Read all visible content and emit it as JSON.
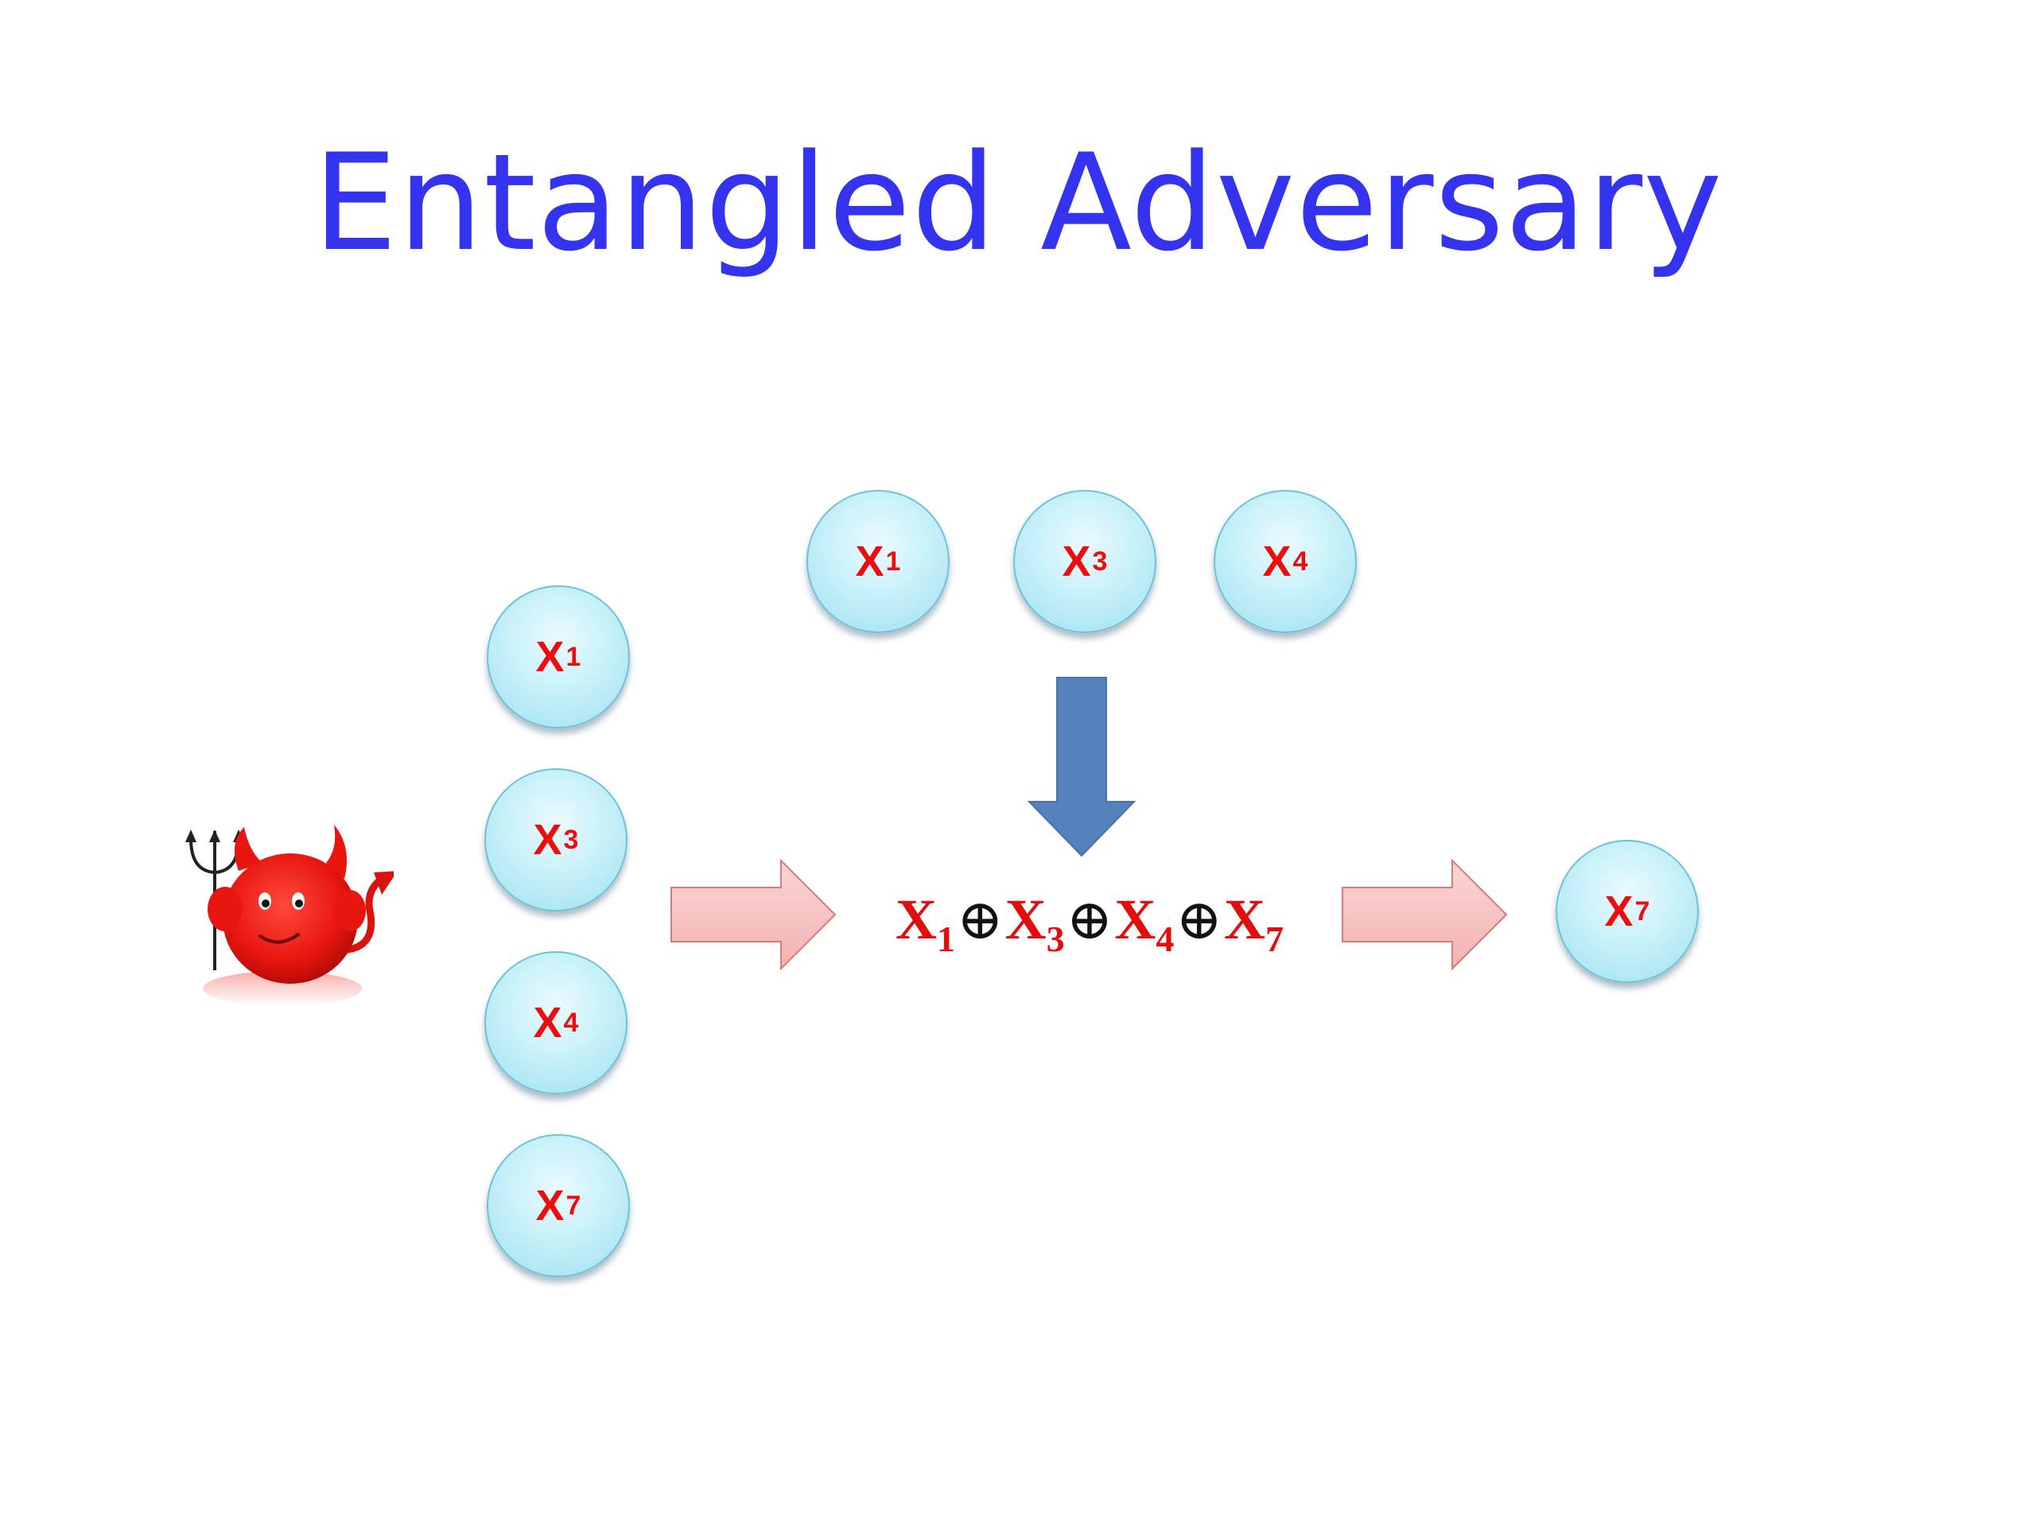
{
  "title": "Entangled Adversary",
  "left_column": [
    {
      "var": "X",
      "sub": "1"
    },
    {
      "var": "X",
      "sub": "3"
    },
    {
      "var": "X",
      "sub": "4"
    },
    {
      "var": "X",
      "sub": "7"
    }
  ],
  "top_row": [
    {
      "var": "X",
      "sub": "1"
    },
    {
      "var": "X",
      "sub": "3"
    },
    {
      "var": "X",
      "sub": "4"
    }
  ],
  "equation": {
    "terms": [
      {
        "var": "X",
        "sub": "1"
      },
      {
        "var": "X",
        "sub": "3"
      },
      {
        "var": "X",
        "sub": "4"
      },
      {
        "var": "X",
        "sub": "7"
      }
    ],
    "operator": "⊕"
  },
  "output_node": {
    "var": "X",
    "sub": "7"
  },
  "colors": {
    "title": "#3333f0",
    "variable_text": "#ee0c0c",
    "node_fill": "#c8f1f9",
    "node_border": "#6cc3d8",
    "down_arrow": "#5581bd",
    "right_arrow": "#f7c3c3",
    "devil": "#e8160f"
  },
  "icons": {
    "adversary": "devil-icon",
    "combine": "down-arrow-icon",
    "flow": "right-arrow-icon"
  }
}
